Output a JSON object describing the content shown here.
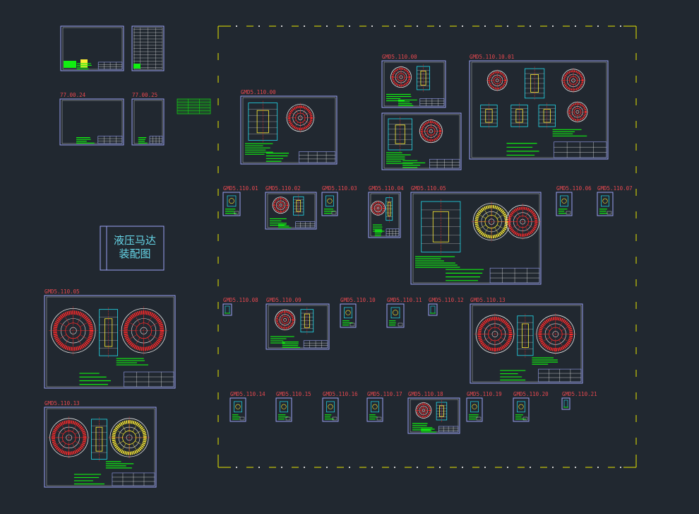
{
  "app": {
    "view": "model-space"
  },
  "colors": {
    "background": "#212830",
    "sheet_frame": "#9aa2f4",
    "label": "#e8484f",
    "boundary": "#e6e600",
    "drawing_red": "#ff2a2a",
    "drawing_yellow": "#ffee33",
    "drawing_green": "#11ee11",
    "drawing_cyan": "#22ddee",
    "drawing_white": "#e6e6e6",
    "title_text": "#66d6e8"
  },
  "title_block": {
    "line1": "液压马达",
    "line2": "装配图"
  },
  "sheets": [
    {
      "id": "top-a",
      "label": ""
    },
    {
      "id": "top-b",
      "label": ""
    },
    {
      "id": "p2424",
      "label": "77.00.24"
    },
    {
      "id": "p2425",
      "label": "77.00.25"
    },
    {
      "id": "list-block",
      "label": ""
    },
    {
      "id": "s11000",
      "label": "GMD5.110.00"
    },
    {
      "id": "s11000b",
      "label": "GMD5.110.00"
    },
    {
      "id": "s11001a",
      "label": "GMD5.110.10.01"
    },
    {
      "id": "s110blank",
      "label": ""
    },
    {
      "id": "s11001",
      "label": "GMD5.110.01"
    },
    {
      "id": "s11002",
      "label": "GMD5.110.02"
    },
    {
      "id": "s11003",
      "label": "GMD5.110.03"
    },
    {
      "id": "s11004",
      "label": "GMD5.110.04"
    },
    {
      "id": "s11005",
      "label": "GMD5.110.05"
    },
    {
      "id": "s11006",
      "label": "GMD5.110.06"
    },
    {
      "id": "s11007",
      "label": "GMD5.110.07"
    },
    {
      "id": "s11005l",
      "label": "GMD5.110.05"
    },
    {
      "id": "s11013l",
      "label": "GMD5.110.13"
    },
    {
      "id": "s11008",
      "label": "GMD5.110.08"
    },
    {
      "id": "s11009",
      "label": "GMD5.110.09"
    },
    {
      "id": "s11010",
      "label": "GMD5.110.10"
    },
    {
      "id": "s11011",
      "label": "GMD5.110.11"
    },
    {
      "id": "s11012",
      "label": "GMD5.110.12"
    },
    {
      "id": "s11013",
      "label": "GMD5.110.13"
    },
    {
      "id": "s11014",
      "label": "GMD5.110.14"
    },
    {
      "id": "s11015",
      "label": "GMD5.110.15"
    },
    {
      "id": "s11016",
      "label": "GMD5.110.16"
    },
    {
      "id": "s11017",
      "label": "GMD5.110.17"
    },
    {
      "id": "s11018",
      "label": "GMD5.110.18"
    },
    {
      "id": "s11019",
      "label": "GMD5.110.19"
    },
    {
      "id": "s11020",
      "label": "GMD5.110.20"
    },
    {
      "id": "s11021",
      "label": "GMD5.110.21"
    }
  ]
}
